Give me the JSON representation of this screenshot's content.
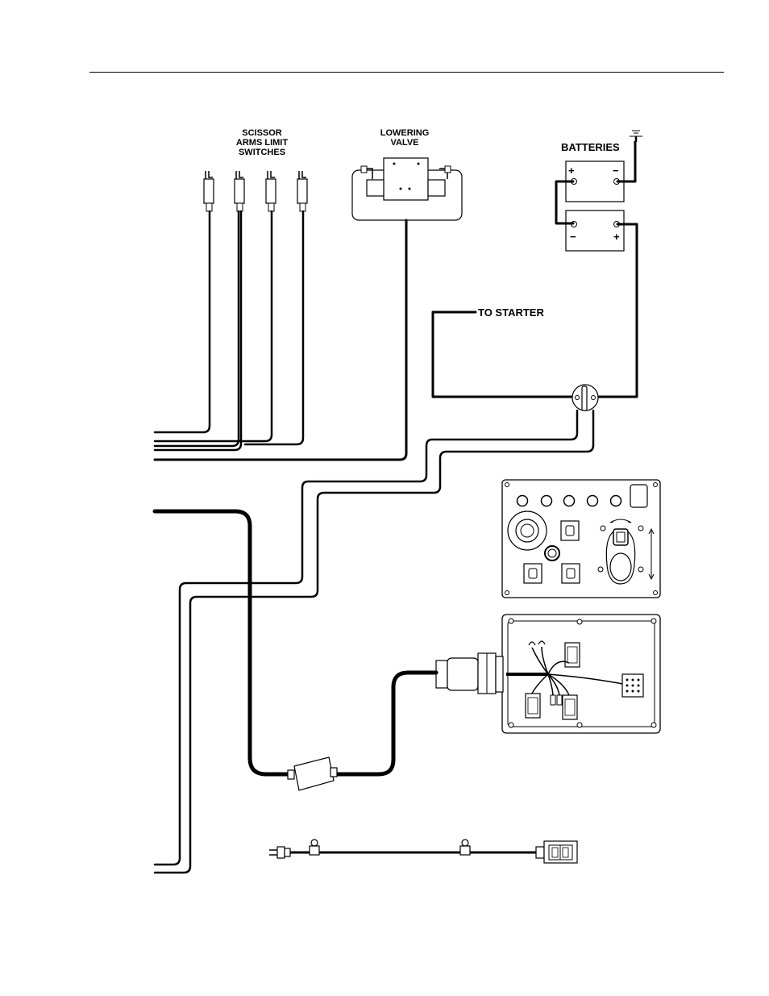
{
  "labels": {
    "scissor_line1": "SCISSOR",
    "scissor_line2": "ARMS LIMIT",
    "scissor_line3": "SWITCHES",
    "lowering_line1": "LOWERING",
    "lowering_line2": "VALVE",
    "batteries": "BATTERIES",
    "to_starter": "TO STARTER",
    "bat_top_plus": "+",
    "bat_top_minus": "−",
    "bat_bottom_minus": "−",
    "bat_bottom_plus": "+"
  }
}
